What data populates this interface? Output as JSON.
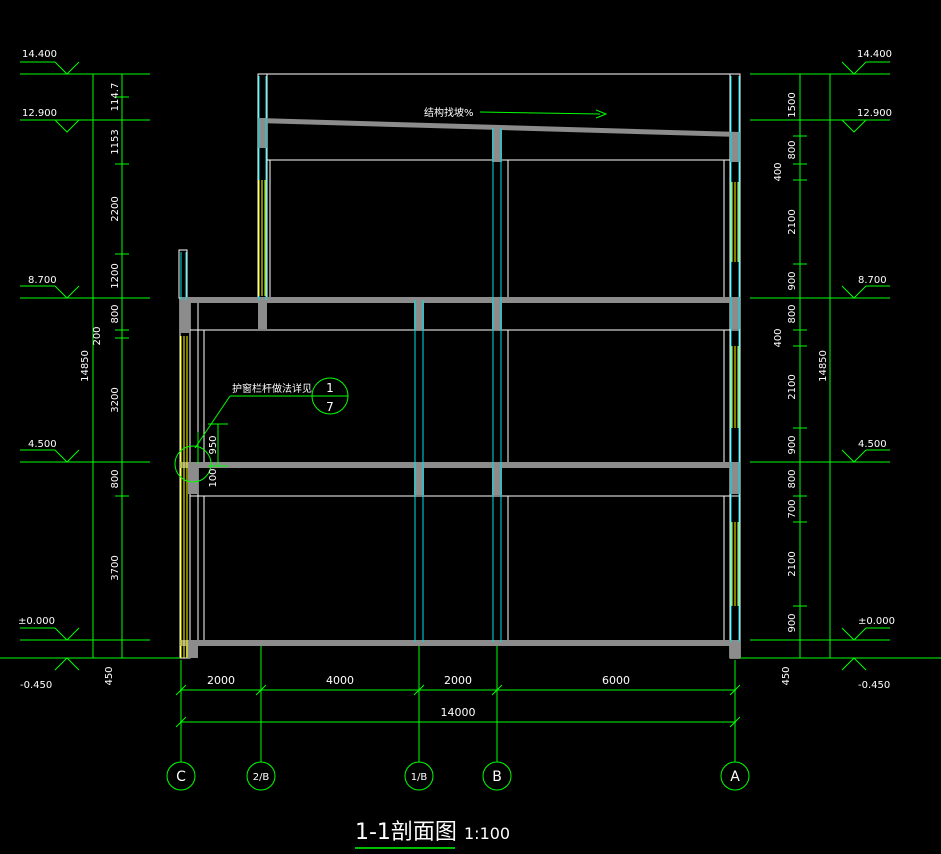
{
  "title": {
    "main": "1-1剖面图",
    "scale": "1:100"
  },
  "levels": {
    "left": [
      "14.400",
      "12.900",
      "8.700",
      "4.500",
      "±0.000",
      "-0.450"
    ],
    "right": [
      "14.400",
      "12.900",
      "8.700",
      "4.500",
      "±0.000",
      "-0.450"
    ]
  },
  "left_dims": {
    "segments": [
      "114.7",
      "1153",
      "2200",
      "1200",
      "800",
      "200",
      "3200",
      "800",
      "3700",
      "450"
    ],
    "total": "14850"
  },
  "right_dims": {
    "segments": [
      "1500",
      "800",
      "400",
      "2100",
      "900",
      "800",
      "400",
      "2100",
      "900",
      "800",
      "700",
      "2100",
      "900",
      "450"
    ],
    "total": "14850"
  },
  "bottom_dims": {
    "segments": [
      "2000",
      "4000",
      "2000",
      "6000"
    ],
    "total": "14000"
  },
  "axes": [
    "C",
    "2/B",
    "1/B",
    "B",
    "A"
  ],
  "annotations": {
    "roof_slope": "结构找坡%",
    "railing_note": "护窗栏杆做法详见",
    "detail_num": "1",
    "detail_sheet": "7",
    "railing_h": "950",
    "railing_b": "100"
  },
  "colors": {
    "line": "#00ff00",
    "wall": "#ffffff",
    "slab": "#8c8c8c",
    "column": "#00e0e0",
    "window": "#ffff00",
    "text": "#ffffff",
    "annot": "#00ff00"
  }
}
